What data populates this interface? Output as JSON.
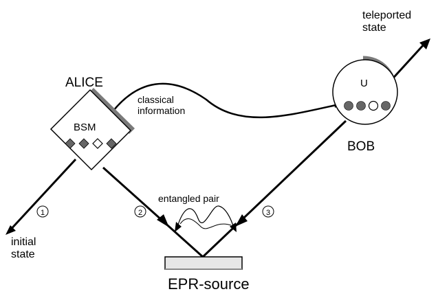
{
  "labels": {
    "alice": "ALICE",
    "bsm": "BSM",
    "bob": "BOB",
    "unitary": "U",
    "epr_source": "EPR-source",
    "classical_line1": "classical",
    "classical_line2": "information",
    "entangled": "entangled pair",
    "teleported_line1": "teleported",
    "teleported_line2": "state",
    "initial_line1": "initial",
    "initial_line2": "state",
    "path1": "1",
    "path2": "2",
    "path3": "3"
  },
  "bsm_indicators": [
    "filled-diamond",
    "filled-diamond",
    "open-diamond",
    "filled-diamond"
  ],
  "bob_indicators": [
    "filled-circle",
    "filled-circle",
    "open-circle",
    "filled-circle"
  ],
  "colors": {
    "ink": "#000000",
    "box_shade": "#7a7a7a",
    "indicator_fill": "#666666",
    "source_fill": "#e6e6e6"
  }
}
